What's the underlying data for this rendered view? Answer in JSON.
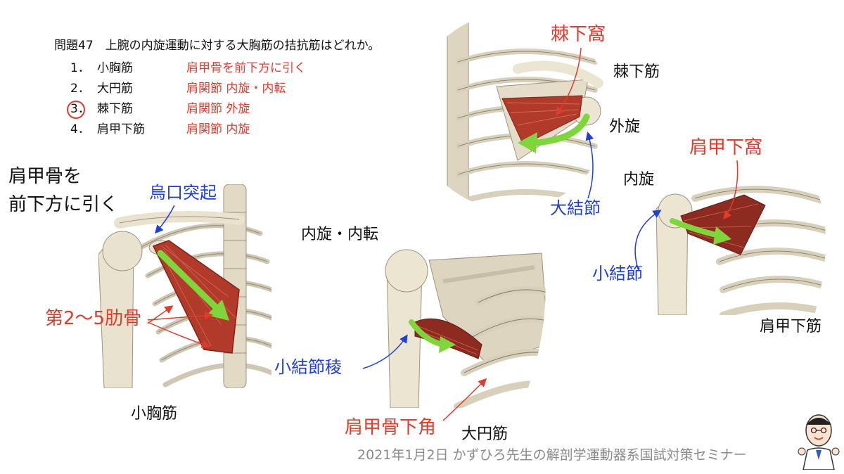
{
  "question": {
    "title": "問題47　上腕の内旋運動に対する大胸筋の拮抗筋はどれか。",
    "options": [
      {
        "num": "1．",
        "name": "小胸筋",
        "desc": "肩甲骨を前下方に引く"
      },
      {
        "num": "2．",
        "name": "大円筋",
        "desc": "肩関節 内旋・内転"
      },
      {
        "num": "3．",
        "name": "棘下筋",
        "desc": "肩関節 外旋"
      },
      {
        "num": "4．",
        "name": "肩甲下筋",
        "desc": "肩関節 内旋"
      }
    ]
  },
  "panels": {
    "pectoralis_minor": {
      "action_line1": "肩甲骨を",
      "action_line2": "前下方に引く",
      "origin_label": "烏口突起",
      "ribs_label": "第2〜5肋骨",
      "muscle_name": "小胸筋"
    },
    "teres_major": {
      "action": "内旋・内転",
      "insertion_label": "小結節稜",
      "origin_label": "肩甲骨下角",
      "muscle_name": "大円筋"
    },
    "infraspinatus": {
      "fossa_label": "棘下窩",
      "muscle_name": "棘下筋",
      "action": "外旋",
      "insertion_label": "大結節"
    },
    "subscapularis": {
      "fossa_label": "肩甲下窩",
      "action": "内旋",
      "insertion_label": "小結節",
      "muscle_name": "肩甲下筋"
    }
  },
  "footer": "2021年1月2日 かずひろ先生の解剖学運動器系国試対策セミナー",
  "colors": {
    "red": "#e03c2e",
    "blue": "#1f3fd6",
    "muscle": "#b23a2a",
    "bone": "#e9e2cf",
    "arrow": "#7ed63a",
    "footer": "#8a8a8a"
  }
}
